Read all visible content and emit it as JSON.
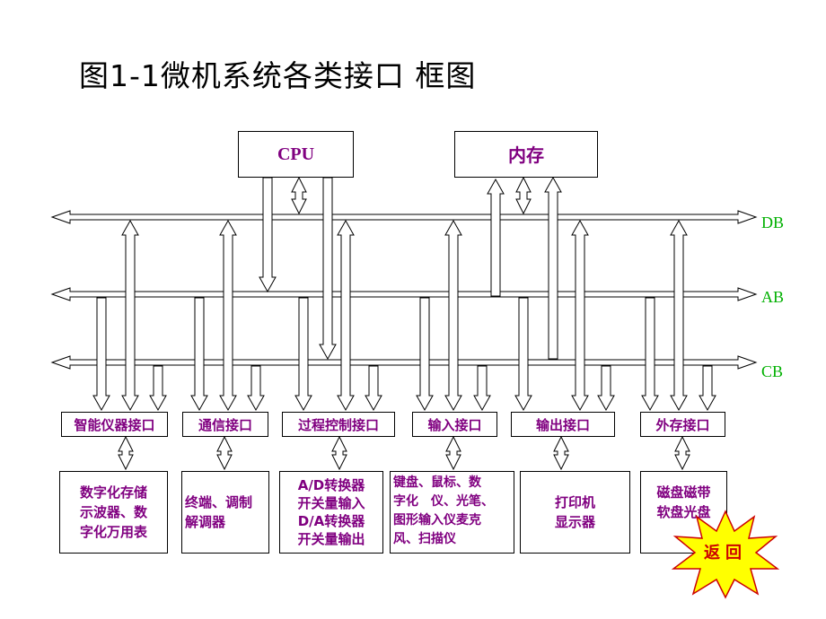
{
  "title": "图1-1微机系统各类接口 框图",
  "cpu_label": "CPU",
  "memory_label": "内存",
  "buses": {
    "db": "DB",
    "ab": "AB",
    "cb": "CB"
  },
  "interfaces": [
    "智能仪器接口",
    "通信接口",
    "过程控制接口",
    "输入接口",
    "输出接口",
    "外存接口"
  ],
  "devices": [
    [
      "数字化存储",
      "示波器、数",
      "字化万用表"
    ],
    [
      "终端、调制",
      "解调器"
    ],
    [
      "A/D转换器",
      "开关量输入",
      "D/A转换器",
      "开关量输出"
    ],
    [
      "键盘、鼠标、数",
      "字化　仪、光笔、",
      "图形输入仪麦克",
      "风、扫描仪"
    ],
    [
      "打印机",
      "显示器"
    ],
    [
      "磁盘磁带",
      "软盘光盘"
    ]
  ],
  "back_button": "返回",
  "colors": {
    "label": "#800080",
    "bus_label": "#00b000",
    "star_fill": "#ffff00",
    "star_text": "#cc0000"
  }
}
